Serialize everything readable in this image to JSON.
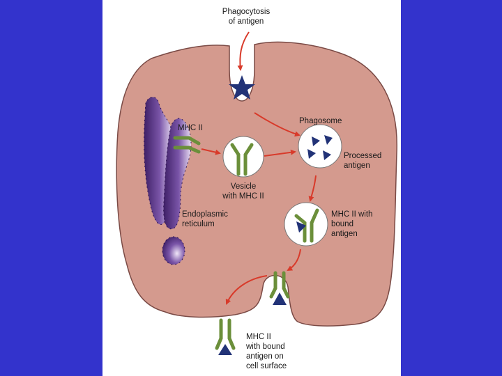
{
  "labels": {
    "phagocytosis": [
      "Phagocytosis",
      "of antigen"
    ],
    "mhc_ii": [
      "MHC II"
    ],
    "phagosome": [
      "Phagosome"
    ],
    "processed_antigen": [
      "Processed",
      "antigen"
    ],
    "vesicle": [
      "Vesicle",
      "with MHC II"
    ],
    "er": [
      "Endoplasmic",
      "reticulum"
    ],
    "mhc_bound": [
      "MHC II with",
      "bound",
      "antigen"
    ],
    "mhc_surface": [
      "MHC II",
      "with bound",
      "antigen on",
      "cell surface"
    ]
  },
  "colors": {
    "background": "#3333cc",
    "cell_fill": "#d49a8e",
    "cell_stroke": "#7a4a45",
    "arrow": "#d83a2a",
    "antigen": "#223377",
    "mhc": "#6b8f3a",
    "er": "#6a3d8e"
  }
}
